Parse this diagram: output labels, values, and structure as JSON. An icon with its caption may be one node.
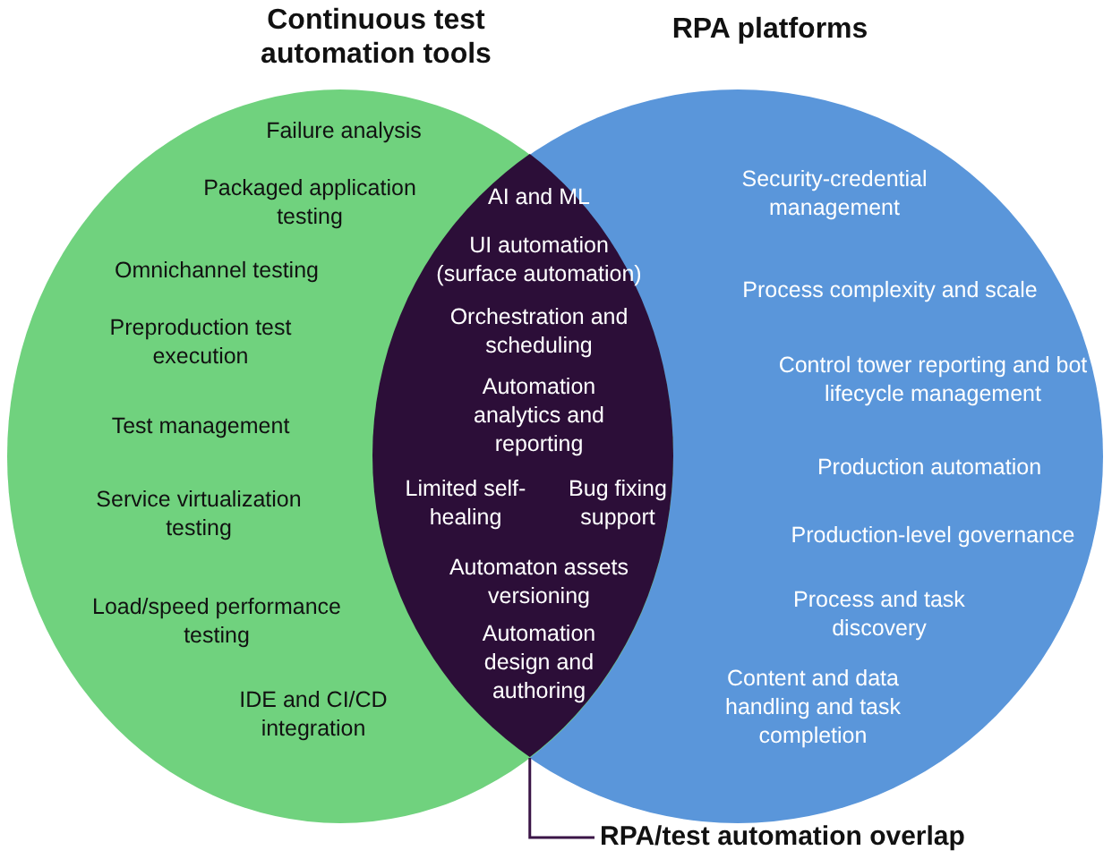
{
  "diagram": {
    "nodes": [
      {
        "text": [
          "Continuous test automation tools"
        ]
      },
      {
        "text": [
          "RPA platforms"
        ]
      },
      {
        "text": [],
        "shape": "lens"
      },
      {
        "text": [
          "RPA/test automation overlap"
        ]
      }
    ],
    "edges": [
      {
        "from": 3,
        "to": 2,
        "arrow": "none"
      }
    ],
    "labels": [
      "Failure analysis",
      "Packaged application testing",
      "Omnichannel testing",
      "Preproduction test execution",
      "Test management",
      "Service virtualization testing",
      "Load/speed performance testing",
      "IDE and CI/CD integration",
      "AI and ML",
      "UI automation (surface automation)",
      "Orchestration and scheduling",
      "Automation analytics and reporting",
      "Limited self-healing",
      "Bug fixing support",
      "Automaton assets versioning",
      "Automation design and authoring",
      "Security-credential management",
      "Process complexity and scale",
      "Control tower reporting and bot lifecycle management",
      "Production automation",
      "Production-level governance",
      "Process and task discovery",
      "Content and data handling and task completion"
    ]
  }
}
